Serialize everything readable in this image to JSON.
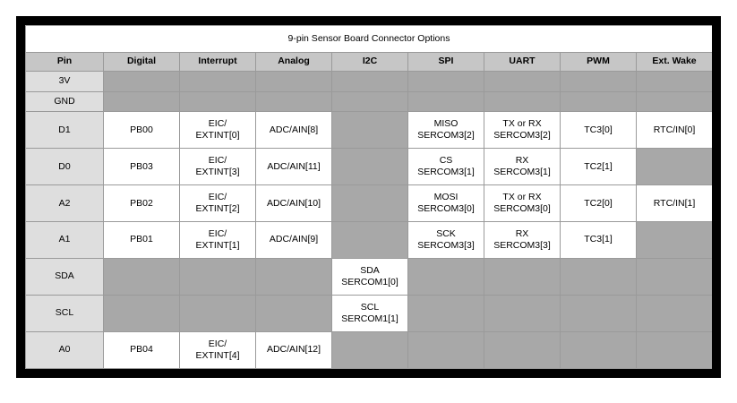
{
  "table": {
    "title": "9-pin Sensor Board Connector Options",
    "columns": [
      "Pin",
      "Digital",
      "Interrupt",
      "Analog",
      "I2C",
      "SPI",
      "UART",
      "PWM",
      "Ext. Wake"
    ],
    "rows": [
      {
        "pin": "3V",
        "cells": [
          null,
          null,
          null,
          null,
          null,
          null,
          null,
          null
        ]
      },
      {
        "pin": "GND",
        "cells": [
          null,
          null,
          null,
          null,
          null,
          null,
          null,
          null
        ]
      },
      {
        "pin": "D1",
        "cells": [
          [
            "PB00"
          ],
          [
            "EIC/",
            "EXTINT[0]"
          ],
          [
            "ADC/AIN[8]"
          ],
          null,
          [
            "MISO",
            "SERCOM3[2]"
          ],
          [
            "TX or RX",
            "SERCOM3[2]"
          ],
          [
            "TC3[0]"
          ],
          [
            "RTC/IN[0]"
          ]
        ]
      },
      {
        "pin": "D0",
        "cells": [
          [
            "PB03"
          ],
          [
            "EIC/",
            "EXTINT[3]"
          ],
          [
            "ADC/AIN[11]"
          ],
          null,
          [
            "CS",
            "SERCOM3[1]"
          ],
          [
            "RX",
            "SERCOM3[1]"
          ],
          [
            "TC2[1]"
          ],
          null
        ]
      },
      {
        "pin": "A2",
        "cells": [
          [
            "PB02"
          ],
          [
            "EIC/",
            "EXTINT[2]"
          ],
          [
            "ADC/AIN[10]"
          ],
          null,
          [
            "MOSI",
            "SERCOM3[0]"
          ],
          [
            "TX or RX",
            "SERCOM3[0]"
          ],
          [
            "TC2[0]"
          ],
          [
            "RTC/IN[1]"
          ]
        ]
      },
      {
        "pin": "A1",
        "cells": [
          [
            "PB01"
          ],
          [
            "EIC/",
            "EXTINT[1]"
          ],
          [
            "ADC/AIN[9]"
          ],
          null,
          [
            "SCK",
            "SERCOM3[3]"
          ],
          [
            "RX",
            "SERCOM3[3]"
          ],
          [
            "TC3[1]"
          ],
          null
        ]
      },
      {
        "pin": "SDA",
        "cells": [
          null,
          null,
          null,
          [
            "SDA",
            "SERCOM1[0]"
          ],
          null,
          null,
          null,
          null
        ]
      },
      {
        "pin": "SCL",
        "cells": [
          null,
          null,
          null,
          [
            "SCL",
            "SERCOM1[1]"
          ],
          null,
          null,
          null,
          null
        ]
      },
      {
        "pin": "A0",
        "cells": [
          [
            "PB04"
          ],
          [
            "EIC/",
            "EXTINT[4]"
          ],
          [
            "ADC/AIN[12]"
          ],
          null,
          null,
          null,
          null,
          null
        ]
      }
    ]
  },
  "colors": {
    "frame": "#000000",
    "header_gray": "#c6c6c6",
    "pin_gray": "#dedede",
    "empty_gray": "#a8a8a8",
    "cell_white": "#ffffff",
    "border": "#9a9a9a"
  },
  "layout": {
    "pin_col_width": 87,
    "data_col_width": 85
  }
}
